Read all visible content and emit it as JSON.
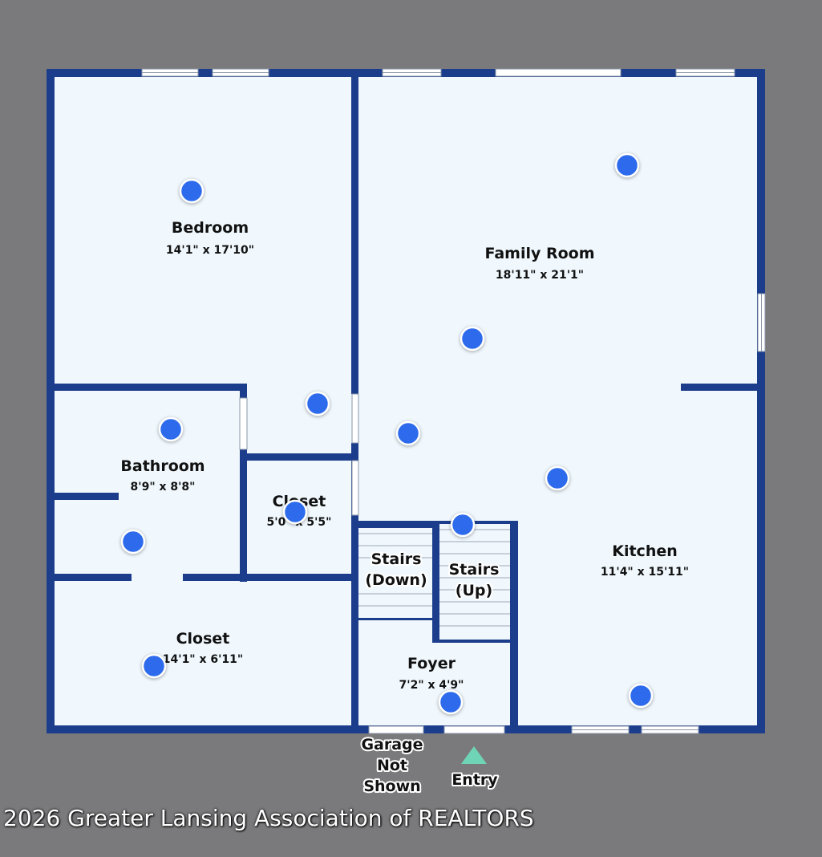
{
  "colors": {
    "background": "#7a7a7c",
    "floor": "#f0f8fd",
    "wall": "#1c3d8c",
    "hotspot": "#2d6bec",
    "entry_marker": "#6fd4b6"
  },
  "rooms": {
    "bedroom": {
      "name": "Bedroom",
      "dims": "14'1\" x 17'10\""
    },
    "family_room": {
      "name": "Family Room",
      "dims": "18'11\" x 21'1\""
    },
    "bathroom": {
      "name": "Bathroom",
      "dims": "8'9\" x 8'8\""
    },
    "closet_small": {
      "name": "Closet",
      "dims": "5'0\" x 5'5\""
    },
    "closet_large": {
      "name": "Closet",
      "dims": "14'1\" x 6'11\""
    },
    "kitchen": {
      "name": "Kitchen",
      "dims": "11'4\" x 15'11\""
    },
    "foyer": {
      "name": "Foyer",
      "dims": "7'2\" x 4'9\""
    },
    "stairs_down": {
      "line1": "Stairs",
      "line2": "(Down)"
    },
    "stairs_up": {
      "line1": "Stairs",
      "line2": "(Up)"
    }
  },
  "garage_note": {
    "line1": "Garage",
    "line2": "Not",
    "line3": "Shown"
  },
  "entry_label": "Entry",
  "hotspot_icon": "camera-hotspot-icon",
  "copyright": "2026 Greater Lansing Association of REALTORS"
}
